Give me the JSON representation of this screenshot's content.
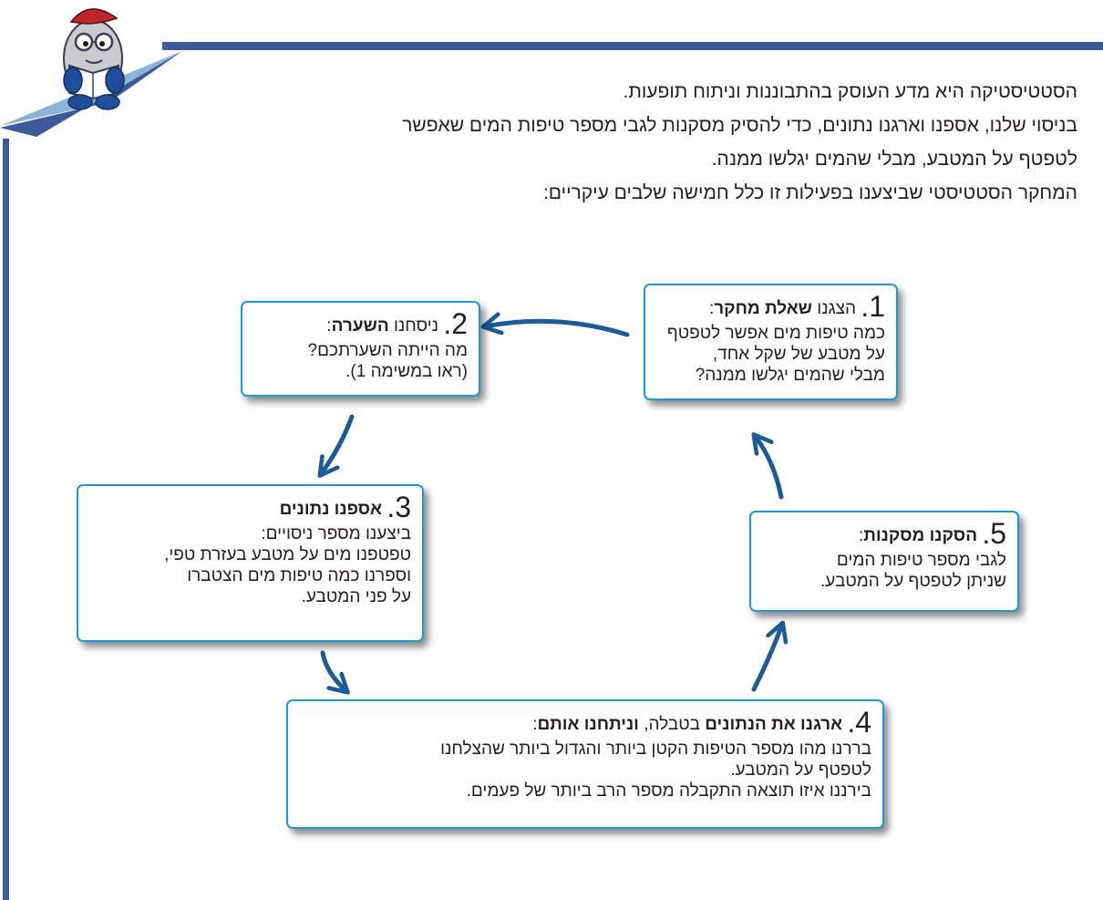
{
  "intro": {
    "line1": "הסטטיסטיקה היא מדע העוסק בהתבוננות וניתוח תופעות.",
    "line2": "בניסוי שלנו, אספנו וארגנו נתונים, כדי להסיק מסקנות לגבי מספר טיפות המים שאפשר",
    "line3": "לטפטף על המטבע, מבלי שהמים יגלשו ממנה.",
    "line4": "המחקר הסטטיסטי שביצענו בפעילות זו כלל חמישה שלבים עיקריים:"
  },
  "steps": {
    "s1": {
      "num": "1.",
      "pre": "הצגנו",
      "bold": "שאלת מחקר",
      "post": ":",
      "lines": [
        "כמה טיפות מים אפשר לטפטף",
        "על מטבע של שקל אחד,",
        "מבלי שהמים יגלשו ממנה?"
      ]
    },
    "s2": {
      "num": "2.",
      "pre": "ניסחנו",
      "bold": "השערה",
      "post": ":",
      "lines": [
        "מה הייתה השערתכם?",
        "(ראו במשימה 1)."
      ]
    },
    "s3": {
      "num": "3.",
      "bold": "אספנו נתונים",
      "lines": [
        "ביצענו מספר ניסויים:",
        "טפטפנו מים על מטבע בעזרת טפי,",
        "וספרנו כמה טיפות מים הצטברו",
        "על פני המטבע."
      ]
    },
    "s4": {
      "num": "4.",
      "bold1": "ארגנו את הנתונים",
      "mid": "בטבלה,",
      "bold2": "וניתחנו אותם",
      "post": ":",
      "lines": [
        "בררנו מהו מספר הטיפות הקטן ביותר והגדול ביותר שהצלחנו",
        "לטפטף על המטבע.",
        "בירננו איזו תוצאה התקבלה מספר הרב ביותר של פעמים."
      ]
    },
    "s5": {
      "num": "5.",
      "bold": "הסקנו מסקנות",
      "post": ":",
      "lines": [
        "לגבי מספר טיפות המים",
        "שניתן לטפטף על המטבע."
      ]
    }
  },
  "colors": {
    "rule": "#3c5a9a",
    "box_border": "#1a9ad6",
    "arrow": "#1d5a9a"
  },
  "icons": {
    "mascot": "egg-character-reading-icon"
  }
}
